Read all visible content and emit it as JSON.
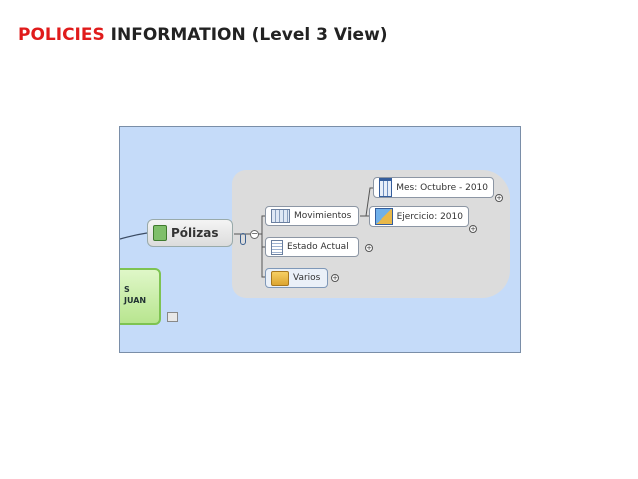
{
  "slide_title": {
    "keyword": "POLICIES",
    "rest": "INFORMATION (Level 3 View)"
  },
  "mindmap": {
    "root_partial_text": [
      "S",
      "JUAN"
    ],
    "main_topic": "Pólizas",
    "subtopics": [
      {
        "label": "Movimientos",
        "icon": "spreadsheet-icon"
      },
      {
        "label": "Estado Actual",
        "icon": "document-icon"
      },
      {
        "label": "Varios",
        "icon": "folder-icon"
      }
    ],
    "movimientos_children": [
      {
        "label": "Mes: Octubre - 2010",
        "icon": "calendar-icon"
      },
      {
        "label": "Ejercicio: 2010",
        "icon": "box-chart-icon"
      }
    ],
    "colors": {
      "title_keyword": "#e01b1b",
      "canvas_background": "#c5dbf9",
      "group_background": "#dcdcdc",
      "root_fill": "#b8e58f"
    }
  }
}
